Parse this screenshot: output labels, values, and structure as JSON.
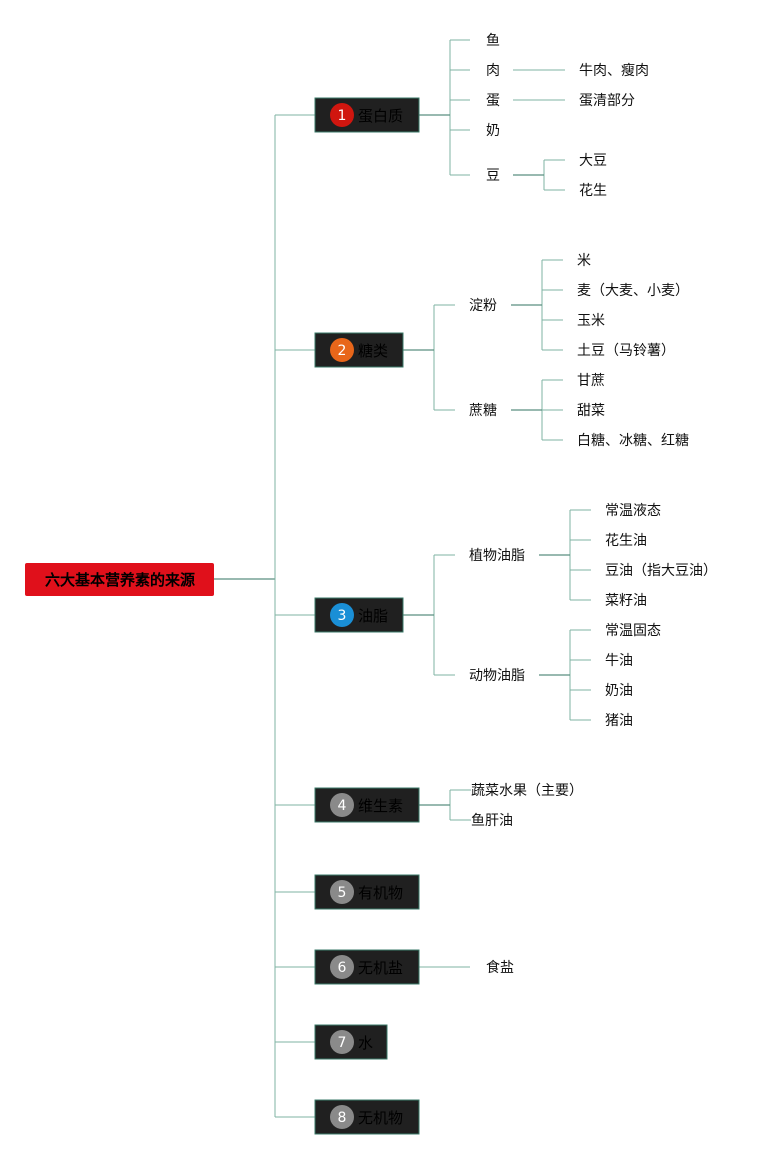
{
  "root": {
    "label": "六大基本营养素的来源",
    "color": "#e0101b"
  },
  "nodes": [
    {
      "num": "1",
      "label": "蛋白质",
      "badge_color": "#d0160f",
      "children": [
        {
          "label": "鱼"
        },
        {
          "label": "肉",
          "children": [
            {
              "label": "牛肉、瘦肉"
            }
          ]
        },
        {
          "label": "蛋",
          "children": [
            {
              "label": "蛋清部分"
            }
          ]
        },
        {
          "label": "奶"
        },
        {
          "label": "豆",
          "children": [
            {
              "label": "大豆"
            },
            {
              "label": "花生"
            }
          ]
        }
      ]
    },
    {
      "num": "2",
      "label": "糖类",
      "badge_color": "#e8661a",
      "children": [
        {
          "label": "淀粉",
          "children": [
            {
              "label": "米"
            },
            {
              "label": "麦（大麦、小麦）"
            },
            {
              "label": "玉米"
            },
            {
              "label": "土豆（马铃薯）"
            }
          ]
        },
        {
          "label": "蔗糖",
          "children": [
            {
              "label": "甘蔗"
            },
            {
              "label": "甜菜"
            },
            {
              "label": "白糖、冰糖、红糖"
            }
          ]
        }
      ]
    },
    {
      "num": "3",
      "label": "油脂",
      "badge_color": "#1a8fd6",
      "children": [
        {
          "label": "植物油脂",
          "children": [
            {
              "label": "常温液态"
            },
            {
              "label": "花生油"
            },
            {
              "label": "豆油（指大豆油）"
            },
            {
              "label": "菜籽油"
            }
          ]
        },
        {
          "label": "动物油脂",
          "children": [
            {
              "label": "常温固态"
            },
            {
              "label": "牛油"
            },
            {
              "label": "奶油"
            },
            {
              "label": "猪油"
            }
          ]
        }
      ]
    },
    {
      "num": "4",
      "label": "维生素",
      "badge_color": "#8a8a8a",
      "children": [
        {
          "label": "蔬菜水果（主要）"
        },
        {
          "label": "鱼肝油"
        }
      ]
    },
    {
      "num": "5",
      "label": "有机物",
      "badge_color": "#8a8a8a",
      "children": []
    },
    {
      "num": "6",
      "label": "无机盐",
      "badge_color": "#8a8a8a",
      "children": [
        {
          "label": "食盐"
        }
      ]
    },
    {
      "num": "7",
      "label": "水",
      "badge_color": "#8a8a8a",
      "children": []
    },
    {
      "num": "8",
      "label": "无机物",
      "badge_color": "#8a8a8a",
      "children": []
    }
  ]
}
